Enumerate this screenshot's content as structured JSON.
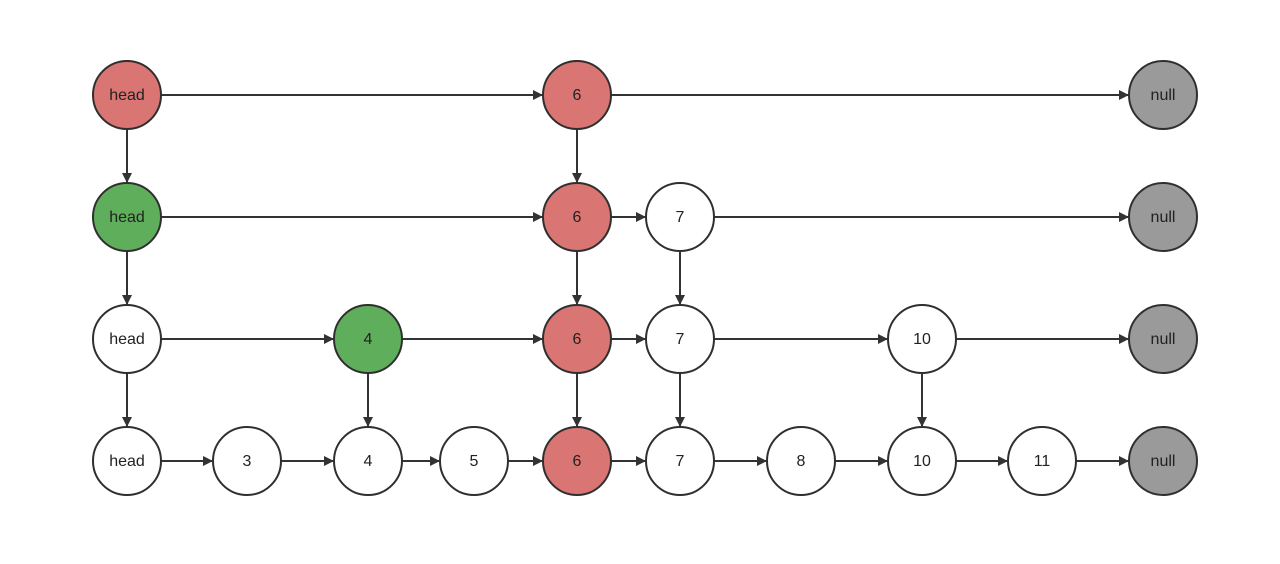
{
  "colors": {
    "red": "#d97572",
    "green": "#5fae5c",
    "gray": "#9a9a9a",
    "white": "#ffffff",
    "stroke": "#2f2f2f",
    "edge": "#333333"
  },
  "levels": [
    {
      "nodes": [
        {
          "id": "L0_head",
          "label": "head",
          "fill": "red"
        },
        {
          "id": "L0_6",
          "label": "6",
          "fill": "red"
        },
        {
          "id": "L0_null",
          "label": "null",
          "fill": "gray"
        }
      ]
    },
    {
      "nodes": [
        {
          "id": "L1_head",
          "label": "head",
          "fill": "green"
        },
        {
          "id": "L1_6",
          "label": "6",
          "fill": "red"
        },
        {
          "id": "L1_7",
          "label": "7",
          "fill": "white"
        },
        {
          "id": "L1_null",
          "label": "null",
          "fill": "gray"
        }
      ]
    },
    {
      "nodes": [
        {
          "id": "L2_head",
          "label": "head",
          "fill": "white"
        },
        {
          "id": "L2_4",
          "label": "4",
          "fill": "green"
        },
        {
          "id": "L2_6",
          "label": "6",
          "fill": "red"
        },
        {
          "id": "L2_7",
          "label": "7",
          "fill": "white"
        },
        {
          "id": "L2_10",
          "label": "10",
          "fill": "white"
        },
        {
          "id": "L2_null",
          "label": "null",
          "fill": "gray"
        }
      ]
    },
    {
      "nodes": [
        {
          "id": "L3_head",
          "label": "head",
          "fill": "white"
        },
        {
          "id": "L3_3",
          "label": "3",
          "fill": "white"
        },
        {
          "id": "L3_4",
          "label": "4",
          "fill": "white"
        },
        {
          "id": "L3_5",
          "label": "5",
          "fill": "white"
        },
        {
          "id": "L3_6",
          "label": "6",
          "fill": "red"
        },
        {
          "id": "L3_7",
          "label": "7",
          "fill": "white"
        },
        {
          "id": "L3_8",
          "label": "8",
          "fill": "white"
        },
        {
          "id": "L3_10",
          "label": "10",
          "fill": "white"
        },
        {
          "id": "L3_11",
          "label": "11",
          "fill": "white"
        },
        {
          "id": "L3_null",
          "label": "null",
          "fill": "gray"
        }
      ]
    }
  ],
  "edges": [
    {
      "from": "L0_head",
      "to": "L0_6"
    },
    {
      "from": "L0_6",
      "to": "L0_null"
    },
    {
      "from": "L0_head",
      "to": "L1_head"
    },
    {
      "from": "L0_6",
      "to": "L1_6"
    },
    {
      "from": "L1_head",
      "to": "L1_6"
    },
    {
      "from": "L1_6",
      "to": "L1_7"
    },
    {
      "from": "L1_7",
      "to": "L1_null"
    },
    {
      "from": "L1_head",
      "to": "L2_head"
    },
    {
      "from": "L1_6",
      "to": "L2_6"
    },
    {
      "from": "L1_7",
      "to": "L2_7"
    },
    {
      "from": "L2_head",
      "to": "L2_4"
    },
    {
      "from": "L2_4",
      "to": "L2_6"
    },
    {
      "from": "L2_6",
      "to": "L2_7"
    },
    {
      "from": "L2_7",
      "to": "L2_10"
    },
    {
      "from": "L2_10",
      "to": "L2_null"
    },
    {
      "from": "L2_head",
      "to": "L3_head"
    },
    {
      "from": "L2_4",
      "to": "L3_4"
    },
    {
      "from": "L2_6",
      "to": "L3_6"
    },
    {
      "from": "L2_7",
      "to": "L3_7"
    },
    {
      "from": "L2_10",
      "to": "L3_10"
    },
    {
      "from": "L3_head",
      "to": "L3_3"
    },
    {
      "from": "L3_3",
      "to": "L3_4"
    },
    {
      "from": "L3_4",
      "to": "L3_5"
    },
    {
      "from": "L3_5",
      "to": "L3_6"
    },
    {
      "from": "L3_6",
      "to": "L3_7"
    },
    {
      "from": "L3_7",
      "to": "L3_8"
    },
    {
      "from": "L3_8",
      "to": "L3_10"
    },
    {
      "from": "L3_10",
      "to": "L3_11"
    },
    {
      "from": "L3_11",
      "to": "L3_null"
    }
  ]
}
